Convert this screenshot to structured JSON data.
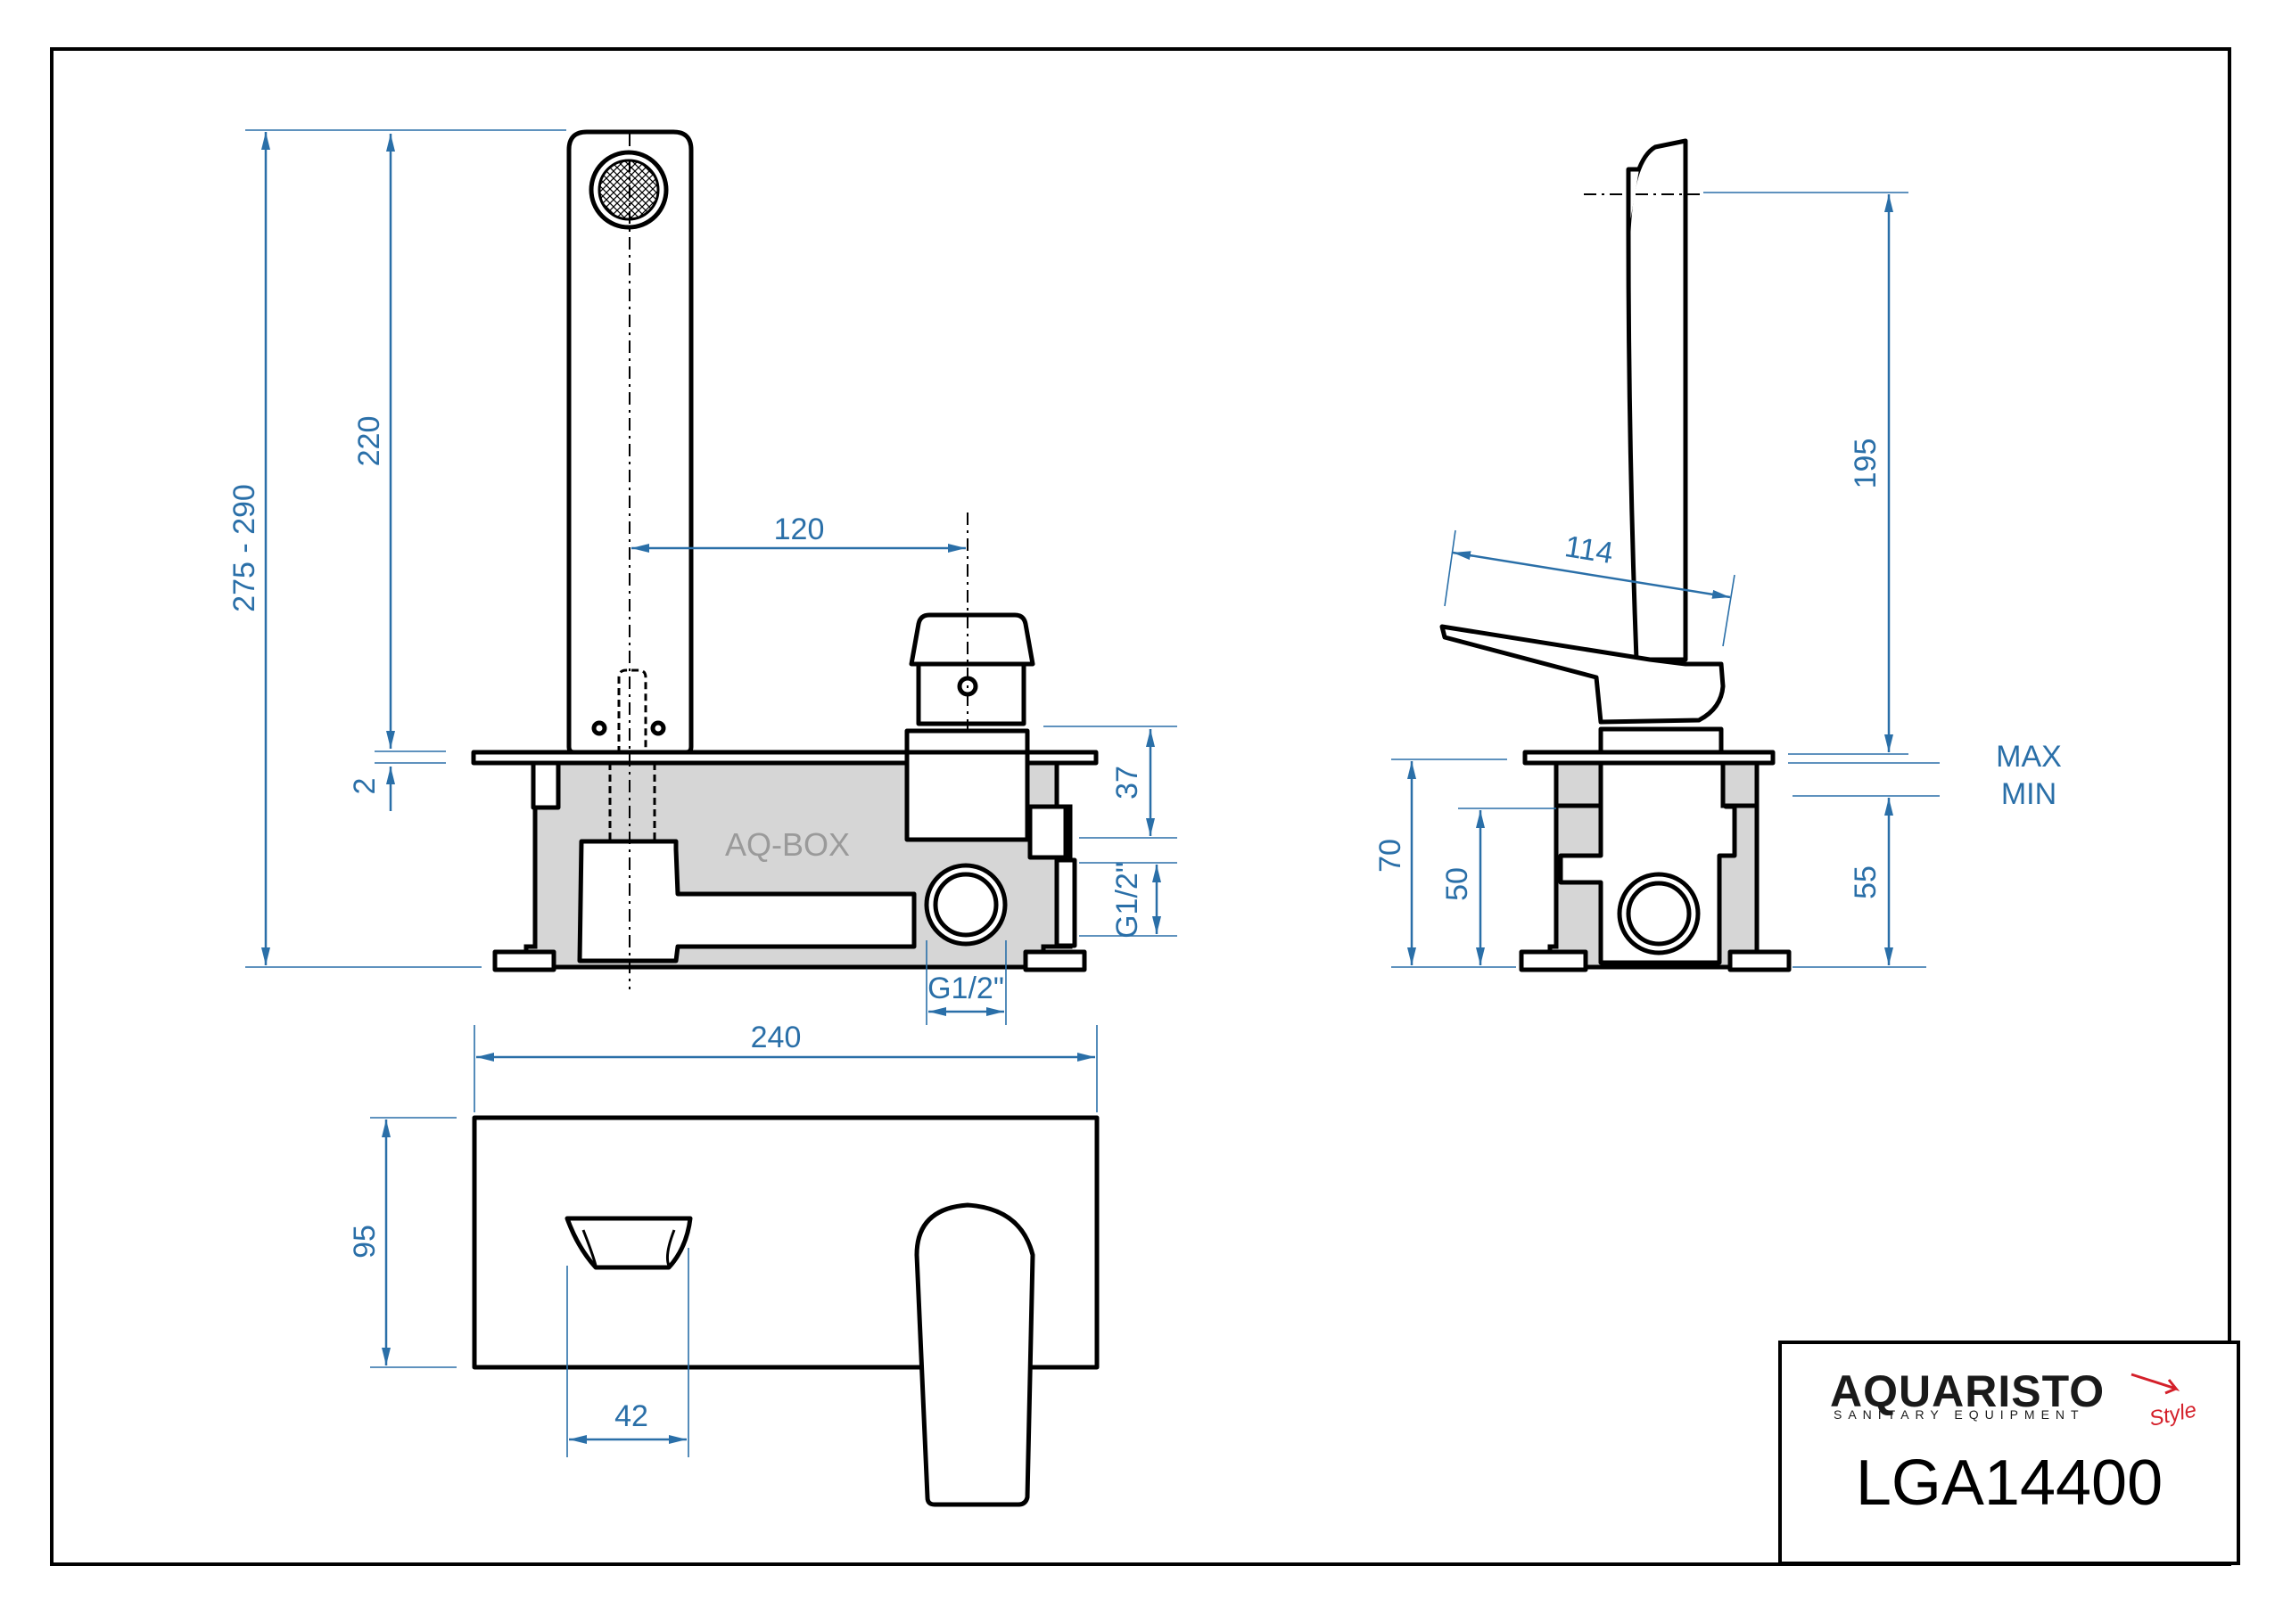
{
  "dimensions": {
    "total_height": "275 - 290",
    "spout_height": "220",
    "plate_gap": "2",
    "spout_to_handle": "120",
    "handle_height": "37",
    "inlet_vertical": "G1/2\"",
    "inlet_horizontal": "G1/2\"",
    "box_width": "240",
    "plate_height": "95",
    "spout_width": "42",
    "side_height": "195",
    "lever_length": "114",
    "box_depth_total": "70",
    "box_depth_inner": "50",
    "box_depth_min": "55"
  },
  "labels": {
    "aq_box": "AQ-BOX",
    "max": "MAX",
    "min": "MIN"
  },
  "title_block": {
    "brand": "AQUARISTO",
    "brand_sub": "SANITARY EQUIPMENT",
    "brand_script": "Style",
    "product_code": "LGA14400"
  },
  "colors": {
    "dimension": "#2a6fa8",
    "outline": "#000000",
    "box_fill": "#d6d6d6",
    "brand_red": "#d4202a"
  }
}
